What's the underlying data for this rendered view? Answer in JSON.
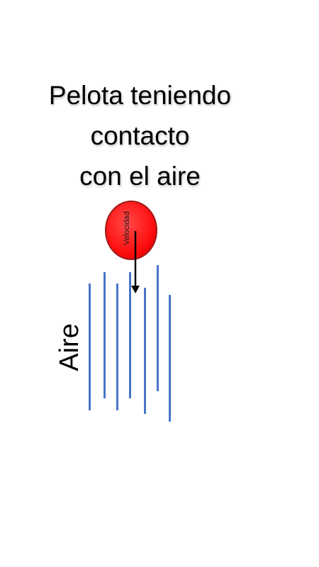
{
  "title": {
    "line1": "Pelota teniendo",
    "line2": "contacto",
    "line3": "con el aire"
  },
  "ball": {
    "label": "Velocidad",
    "color": "#ff1a1a",
    "border_color": "#9e1b1b"
  },
  "arrow": {
    "color": "#000000"
  },
  "air": {
    "label": "Aire",
    "line_color": "#4a74c9",
    "line_count": 7
  }
}
